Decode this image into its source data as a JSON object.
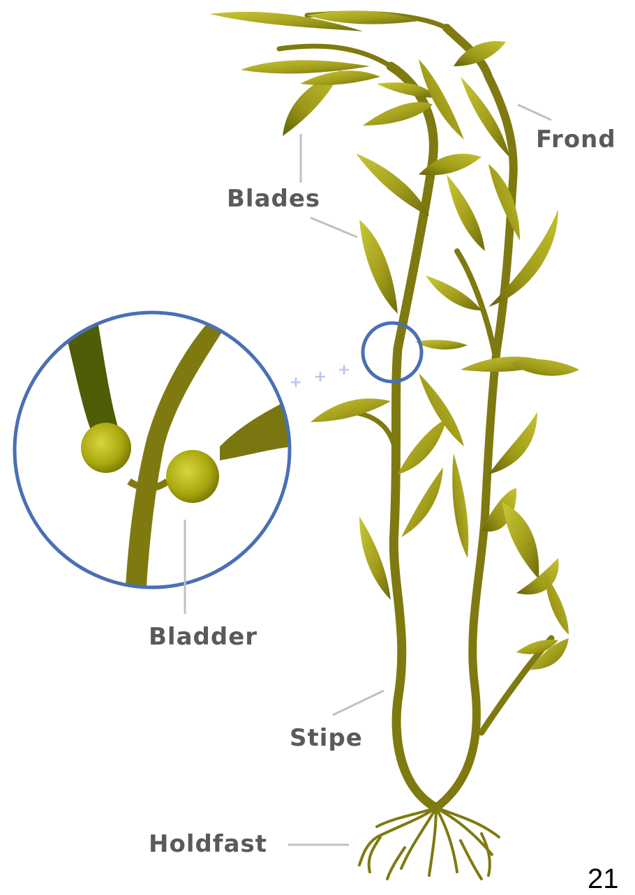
{
  "labels": {
    "frond": "Frond",
    "blades": "Blades",
    "bladder": "Bladder",
    "stipe": "Stipe",
    "holdfast": "Holdfast"
  },
  "page_number": "21",
  "colors": {
    "stem": "#7f7a10",
    "blade": "#a9a520",
    "blade_light": "#c4c233",
    "blade_dark": "#6f6b0c",
    "bladder": "#b7b61c",
    "circle": "#4a6fb4",
    "leader": "#c0c0c0",
    "text": "#5a5a5a"
  }
}
